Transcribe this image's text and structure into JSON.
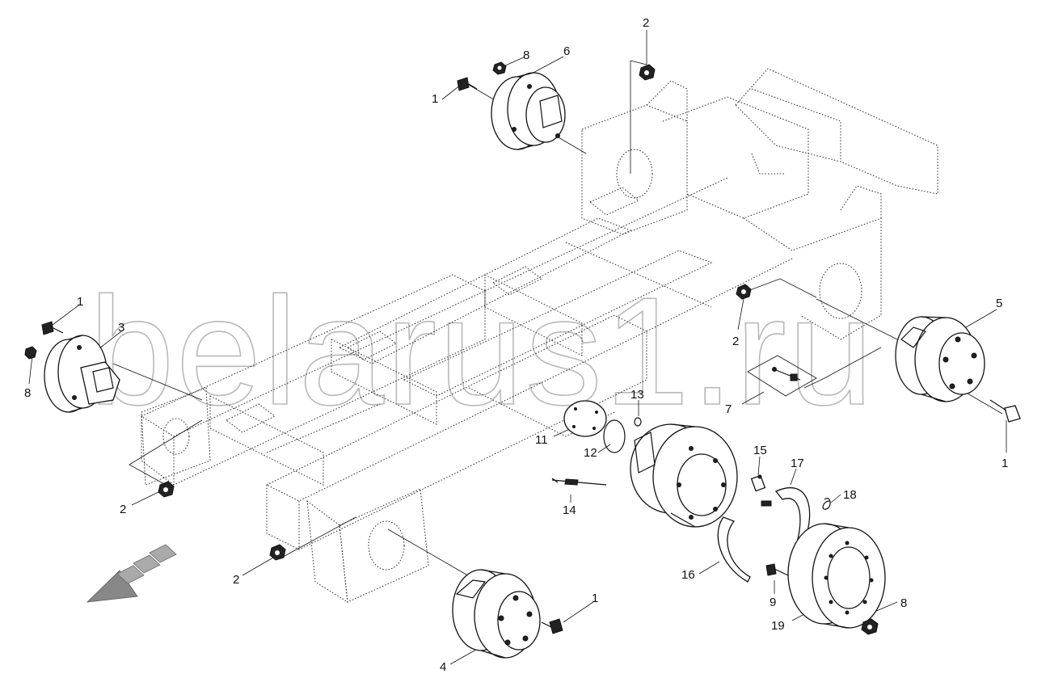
{
  "watermark": "belarus1.ru",
  "callouts": [
    {
      "id": "c1a",
      "label": "1"
    },
    {
      "id": "c1b",
      "label": "1"
    },
    {
      "id": "c1c",
      "label": "1"
    },
    {
      "id": "c1d",
      "label": "1"
    },
    {
      "id": "c2a",
      "label": "2"
    },
    {
      "id": "c2b",
      "label": "2"
    },
    {
      "id": "c2c",
      "label": "2"
    },
    {
      "id": "c2d",
      "label": "2"
    },
    {
      "id": "c3",
      "label": "3"
    },
    {
      "id": "c4",
      "label": "4"
    },
    {
      "id": "c5",
      "label": "5"
    },
    {
      "id": "c6",
      "label": "6"
    },
    {
      "id": "c7",
      "label": "7"
    },
    {
      "id": "c8a",
      "label": "8"
    },
    {
      "id": "c8b",
      "label": "8"
    },
    {
      "id": "c8c",
      "label": "8"
    },
    {
      "id": "c9",
      "label": "9"
    },
    {
      "id": "c11",
      "label": "11"
    },
    {
      "id": "c12",
      "label": "12"
    },
    {
      "id": "c13",
      "label": "13"
    },
    {
      "id": "c14",
      "label": "14"
    },
    {
      "id": "c15",
      "label": "15"
    },
    {
      "id": "c16",
      "label": "16"
    },
    {
      "id": "c17",
      "label": "17"
    },
    {
      "id": "c18",
      "label": "18"
    },
    {
      "id": "c19",
      "label": "19"
    }
  ]
}
